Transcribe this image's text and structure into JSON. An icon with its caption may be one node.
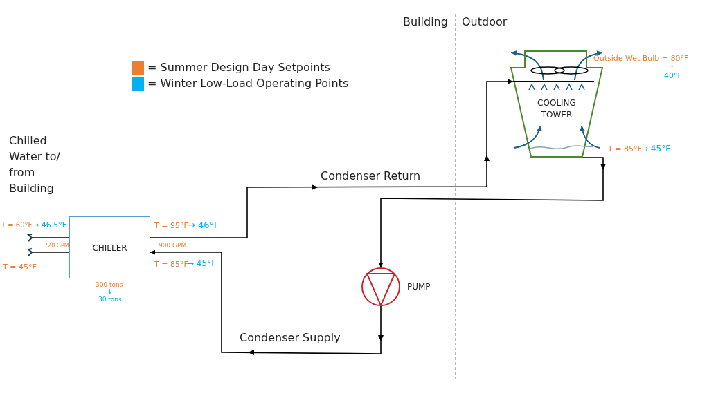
{
  "diagram": {
    "nodes": [
      {
        "text": [
          "CHILLER"
        ]
      },
      {
        "text": [
          "COOLING TOWER"
        ]
      },
      {
        "text": [],
        "shape": "circle",
        "beside": [
          "PUMP"
        ]
      }
    ],
    "edges": [
      {
        "from": 0,
        "to": 1,
        "arrow": "to",
        "label": "Condenser Return"
      },
      {
        "from": 1,
        "to": 2,
        "arrow": "to"
      },
      {
        "from": 2,
        "to": 0,
        "arrow": "to",
        "label": "Condenser Supply"
      },
      {
        "from": null,
        "to": 0,
        "arrow": "none"
      },
      {
        "from": null,
        "to": 0,
        "arrow": "none"
      }
    ],
    "labels": [
      "Building",
      "Outdoor",
      "Chilled Water to/ from Building",
      "T = 60°F",
      "→ 46.5°F",
      "720 GPM",
      "T = 45°F",
      "T = 95°F",
      "→ 46°F",
      "900 GPM",
      "T = 85°F",
      "→ 45°F",
      "300 tons",
      "↓",
      "30 tons",
      "Outside Wet Bulb = 80°F",
      "↓",
      "40°F",
      "T = 85°F",
      "→ 45°F"
    ],
    "legend": [
      {
        "text": "= Summer Design Day Setpoints",
        "color": "#ed7d31"
      },
      {
        "text": "= Winter Low-Load Operating Points",
        "color": "#00b0f0"
      }
    ]
  }
}
